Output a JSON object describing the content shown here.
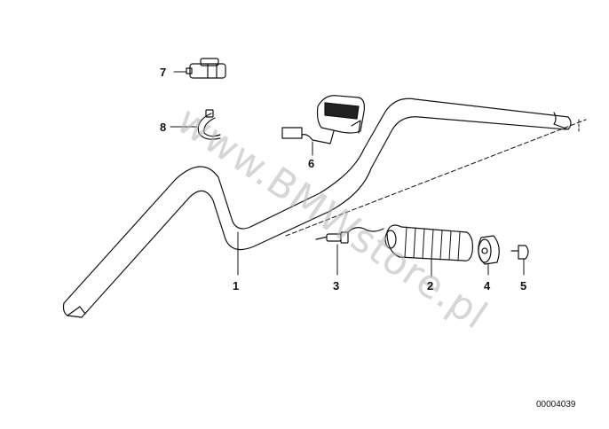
{
  "callouts": [
    {
      "id": "1",
      "label": "1"
    },
    {
      "id": "2",
      "label": "2"
    },
    {
      "id": "3",
      "label": "3"
    },
    {
      "id": "4",
      "label": "4"
    },
    {
      "id": "5",
      "label": "5"
    },
    {
      "id": "6",
      "label": "6"
    },
    {
      "id": "7",
      "label": "7"
    },
    {
      "id": "8",
      "label": "8"
    }
  ],
  "watermark": "www.BMWstore.pl",
  "drawing_number": "00004039",
  "colors": {
    "line": "#111111",
    "background": "#ffffff",
    "watermark": "#b5b5b5"
  }
}
